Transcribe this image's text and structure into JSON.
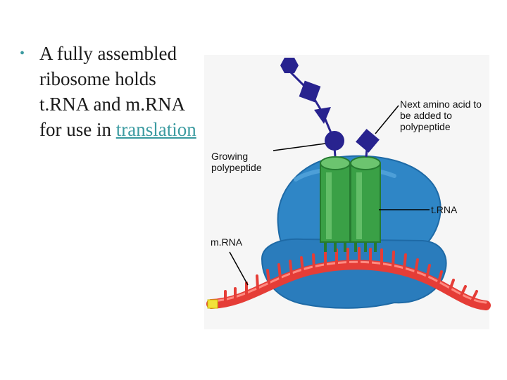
{
  "bullet": {
    "text": "A fully assembled ribosome holds t.RNA and m.RNA for use in ",
    "link_text": "translation"
  },
  "labels": {
    "next_amino_acid": "Next amino acid to be added to polypeptide",
    "growing_polypeptide": "Growing polypeptide",
    "trna": "t.RNA",
    "mrna": "m.RNA"
  },
  "colors": {
    "ribosome": "#2f86c6",
    "trna": "#3aa046",
    "mrna": "#e53d37",
    "amino_acid": "#28238f",
    "link": "#3a9aa0"
  }
}
